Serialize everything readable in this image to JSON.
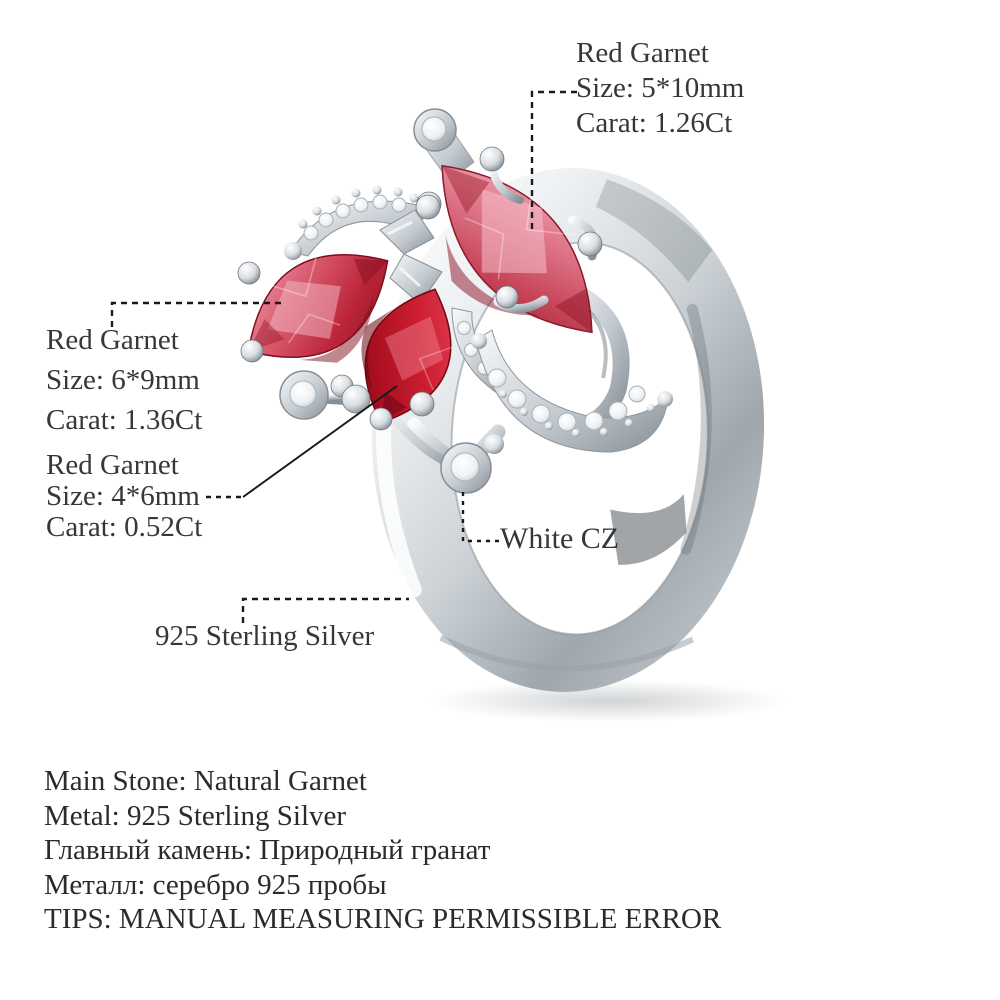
{
  "annotations": {
    "garnet_top": {
      "lines": [
        "Red Garnet",
        "Size: 5*10mm",
        "Carat: 1.26Ct"
      ]
    },
    "garnet_left": {
      "lines": [
        "Red Garnet",
        "Size: 6*9mm",
        "Carat: 1.36Ct"
      ]
    },
    "garnet_bottom": {
      "lines": [
        "Red Garnet",
        "Size: 4*6mm",
        "Carat: 0.52Ct"
      ]
    },
    "white_cz": {
      "label": "White CZ"
    },
    "metal": {
      "label": "925 Sterling Silver"
    }
  },
  "details": {
    "lines": [
      "Main Stone: Natural Garnet",
      "Metal: 925 Sterling Silver",
      "Главный камень: Природный гранат",
      "Металл: серебро 925 пробы",
      "TIPS: MANUAL MEASURING PERMISSIBLE ERROR"
    ]
  },
  "colors": {
    "garnet_red": "#c22033",
    "garnet_pink": "#f2aebb",
    "silver": "#c6ccd1",
    "text": "#373737",
    "background": "#ffffff"
  }
}
